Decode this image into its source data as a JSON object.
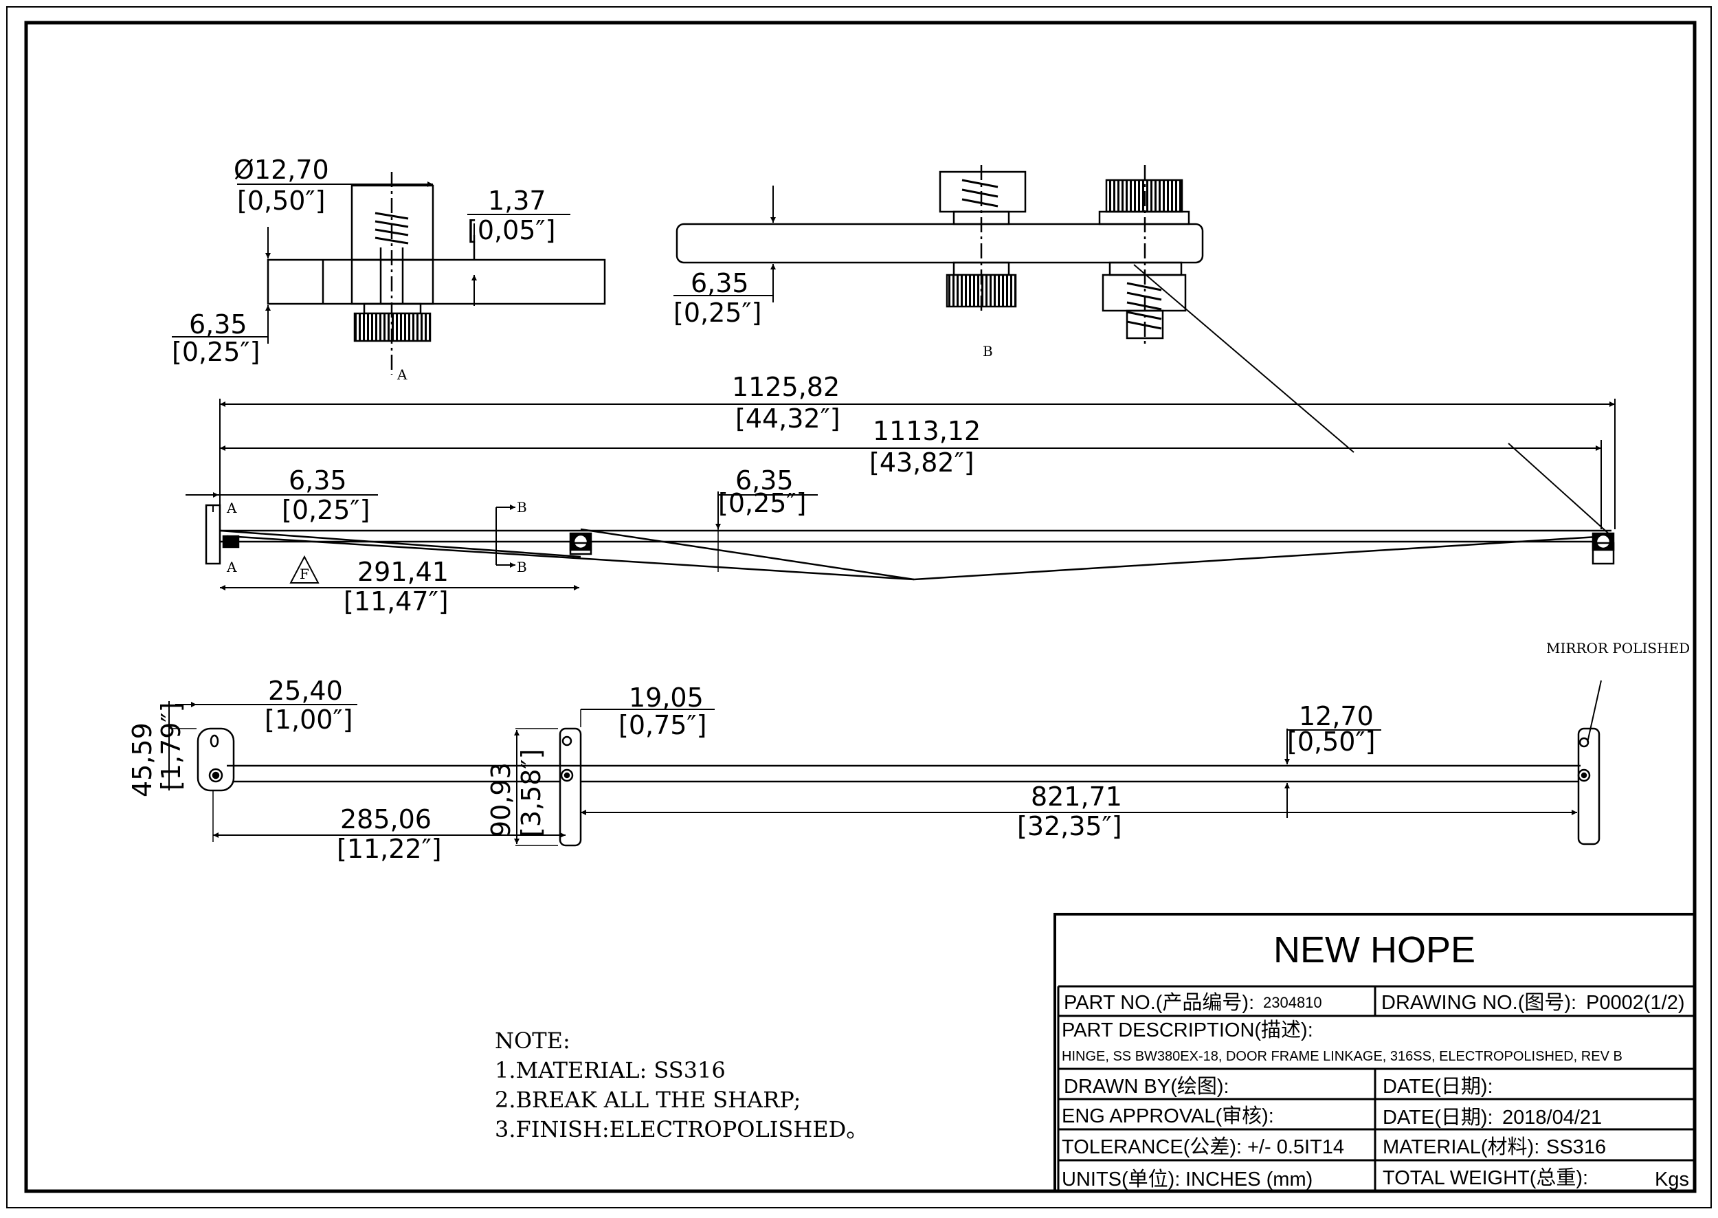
{
  "dimensions": {
    "top_a_dia": "Ø12,70",
    "top_a_dia_in": "[0,50″]",
    "top_a_thk": "1,37",
    "top_a_thk_in": "[0,05″]",
    "top_a_bar": "6,35",
    "top_a_bar_in": "[0,25″]",
    "top_b_bar": "6,35",
    "top_b_bar_in": "[0,25″]",
    "overall": "1125,82",
    "overall_in": "[44,32″]",
    "centers": "1113,12",
    "centers_in": "[43,82″]",
    "left_offset": "6,35",
    "left_offset_in": "[0,25″]",
    "mid_thk": "6,35",
    "mid_thk_in": "[0,25″]",
    "first_pivot": "291,41",
    "first_pivot_in": "[11,47″]",
    "bot_width": "25,40",
    "bot_width_in": "[1,00″]",
    "bot_height_left": "45,59",
    "bot_height_left_in": "[1,79″]",
    "bot_mid_width": "19,05",
    "bot_mid_width_in": "[0,75″]",
    "bot_bar_w": "12,70",
    "bot_bar_w_in": "[0,50″]",
    "bot_span": "821,71",
    "bot_span_in": "[32,35″]",
    "bot_left_span": "285,06",
    "bot_left_span_in": "[11,22″]",
    "bot_height_mid": "90,93",
    "bot_height_mid_in": "[3,58″]"
  },
  "view_labels": {
    "a": "A",
    "b": "B",
    "section_a": "A",
    "section_b": "B",
    "flag": "F"
  },
  "callout": "MIRROR POLISHED",
  "notes": {
    "title": "NOTE:",
    "items": [
      "1.MATERIAL: SS316",
      "2.BREAK ALL THE SHARP;",
      "3.FINISH:ELECTROPOLISHED。"
    ]
  },
  "title_block": {
    "company": "NEW HOPE",
    "part_no_label": "PART NO.(产品编号):",
    "part_no": "2304810",
    "drawing_no_label": "DRAWING NO.(图号):",
    "drawing_no": "P0002(1/2)",
    "part_desc_label": "PART DESCRIPTION(描述):",
    "part_desc": "HINGE, SS BW380EX-18, DOOR FRAME LINKAGE, 316SS, ELECTROPOLISHED, REV B",
    "drawn_by_label": "DRAWN BY(绘图):",
    "date1_label": "DATE(日期):",
    "eng_label": "ENG APPROVAL(审核):",
    "date2_label": "DATE(日期):",
    "date2": "2018/04/21",
    "tol_label": "TOLERANCE(公差):",
    "tol": "+/- 0.5IT14",
    "mat_label": "MATERIAL(材料):",
    "mat": "SS316",
    "units_label": "UNITS(单位):",
    "units": "INCHES (mm)",
    "weight_label": "TOTAL WEIGHT(总重):",
    "weight_unit": "Kgs"
  }
}
